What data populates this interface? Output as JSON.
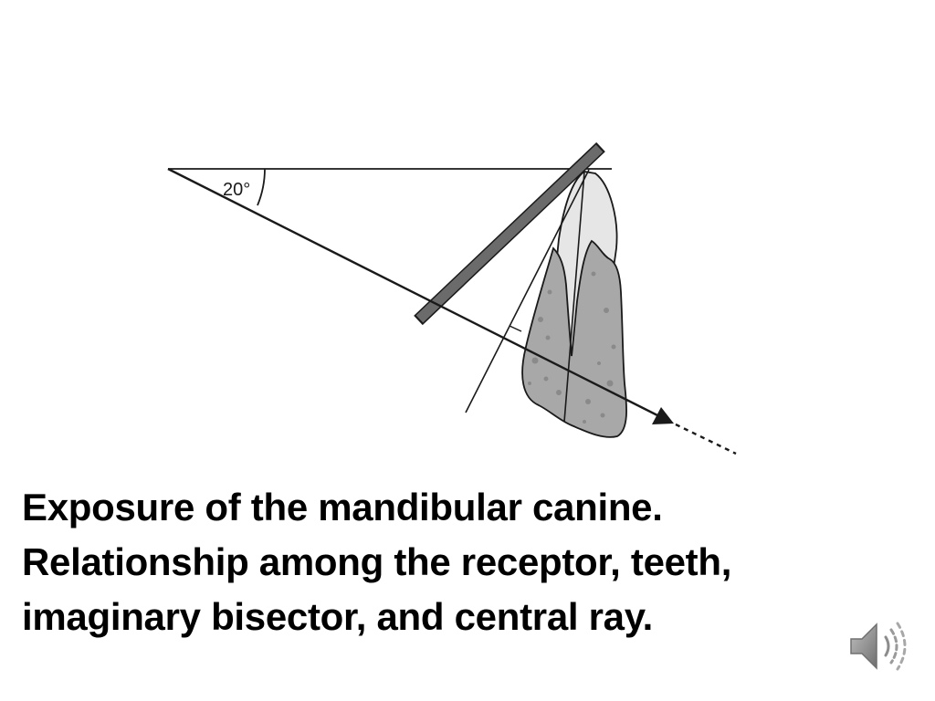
{
  "slide": {
    "diagram": {
      "angle_label": "20°",
      "colors": {
        "line": "#1a1a1a",
        "receptor": "#6b6b6b",
        "crown": "#e6e6e6",
        "bone": "#a8a8a8",
        "bone_speckle": "#8a8a8a"
      },
      "icons": [
        "arrowhead-icon"
      ]
    },
    "caption": {
      "line1": "Exposure of the mandibular canine.",
      "line2": "Relationship among the receptor, teeth,",
      "line3": "imaginary bisector, and central ray."
    },
    "audio": {
      "icon": "speaker-icon",
      "color": "#8c8c8c"
    }
  }
}
